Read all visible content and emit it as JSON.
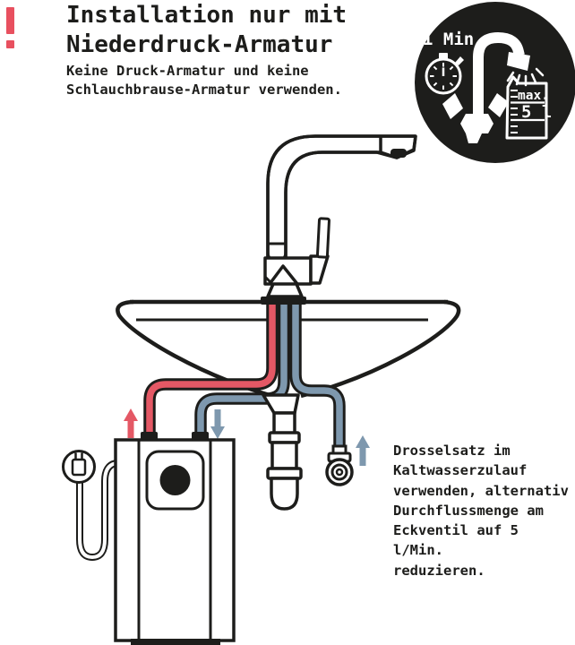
{
  "header": {
    "warning_mark": "!",
    "title": "Installation nur mit\nNiederdruck-Armatur",
    "subtitle": "Keine Druck-Armatur und keine\nSchlauchbrause-Armatur verwenden."
  },
  "badge": {
    "duration_label": "1 Min.",
    "beaker_max_label": "max.",
    "beaker_volume_label": "5 l",
    "background_color": "#1d1d1b",
    "foreground_color": "#ffffff"
  },
  "annotation": {
    "text": "Drosselsatz im\nKaltwasserzulauf\nverwenden, alternativ\nDurchflussmenge am\nEckventil auf 5 l/Min.\nreduzieren."
  },
  "diagram": {
    "outline_color": "#1d1d1b",
    "hot_water_color": "#e45865",
    "cold_water_color": "#7e98ae",
    "warning_color": "#e8505f",
    "components": [
      "single-lever-kitchen-faucet",
      "sink-basin",
      "undersink-water-heater",
      "drain-siphon",
      "corner-valve-eckventil",
      "power-plug-with-cord"
    ],
    "flow_arrows": [
      {
        "name": "hot-water-rising-arrow",
        "direction": "up"
      },
      {
        "name": "cold-water-descending-arrow",
        "direction": "down"
      },
      {
        "name": "cold-supply-rising-arrow",
        "direction": "up"
      }
    ]
  }
}
